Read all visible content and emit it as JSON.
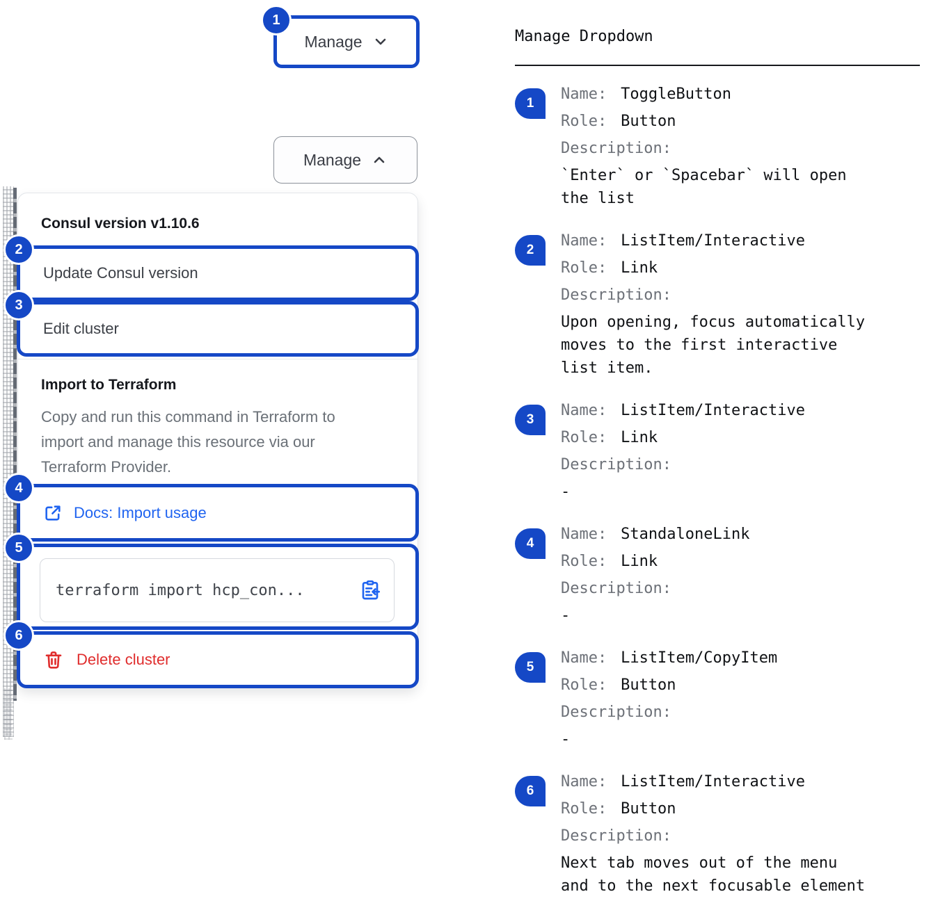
{
  "colors": {
    "annotation_blue": "#1548c6",
    "link_blue": "#2064f0",
    "danger_red": "#e02d2d"
  },
  "icons": {
    "toggle_button": "chevron-down-icon",
    "open_button": "chevron-up-icon",
    "docs_link": "external-link-icon",
    "copy_field": "clipboard-copy-icon",
    "delete_item": "trash-icon"
  },
  "left": {
    "toggle_button": {
      "badge": "1",
      "label": "Manage"
    },
    "open_button": {
      "label": "Manage"
    },
    "dropdown": {
      "version_header": "Consul version v1.10.6",
      "menu_items": [
        {
          "badge": "2",
          "label": "Update Consul version"
        },
        {
          "badge": "3",
          "label": "Edit cluster"
        }
      ],
      "import_section": {
        "title": "Import to Terraform",
        "description": "Copy and run this command in Terraform to import and manage this resource via our Terraform Provider.",
        "docs_link": {
          "badge": "4",
          "label": "Docs: Import usage"
        },
        "copy_field": {
          "badge": "5",
          "code": "terraform import hcp_con..."
        },
        "delete_item": {
          "badge": "6",
          "label": "Delete cluster"
        }
      }
    }
  },
  "right": {
    "title": "Manage Dropdown",
    "name_label": "Name:",
    "role_label": "Role:",
    "desc_label": "Description:",
    "entries": [
      {
        "num": "1",
        "name": "ToggleButton",
        "role": "Button",
        "desc": "`Enter` or `Spacebar` will open the list"
      },
      {
        "num": "2",
        "name": "ListItem/Interactive",
        "role": "Link",
        "desc": "Upon opening, focus automatically moves to the first interactive list item."
      },
      {
        "num": "3",
        "name": "ListItem/Interactive",
        "role": "Link",
        "desc": "-"
      },
      {
        "num": "4",
        "name": "StandaloneLink",
        "role": "Link",
        "desc": "-"
      },
      {
        "num": "5",
        "name": "ListItem/CopyItem",
        "role": "Button",
        "desc": "-"
      },
      {
        "num": "6",
        "name": "ListItem/Interactive",
        "role": "Button",
        "desc": "Next tab moves out of the menu and to the next focusable element"
      }
    ]
  }
}
